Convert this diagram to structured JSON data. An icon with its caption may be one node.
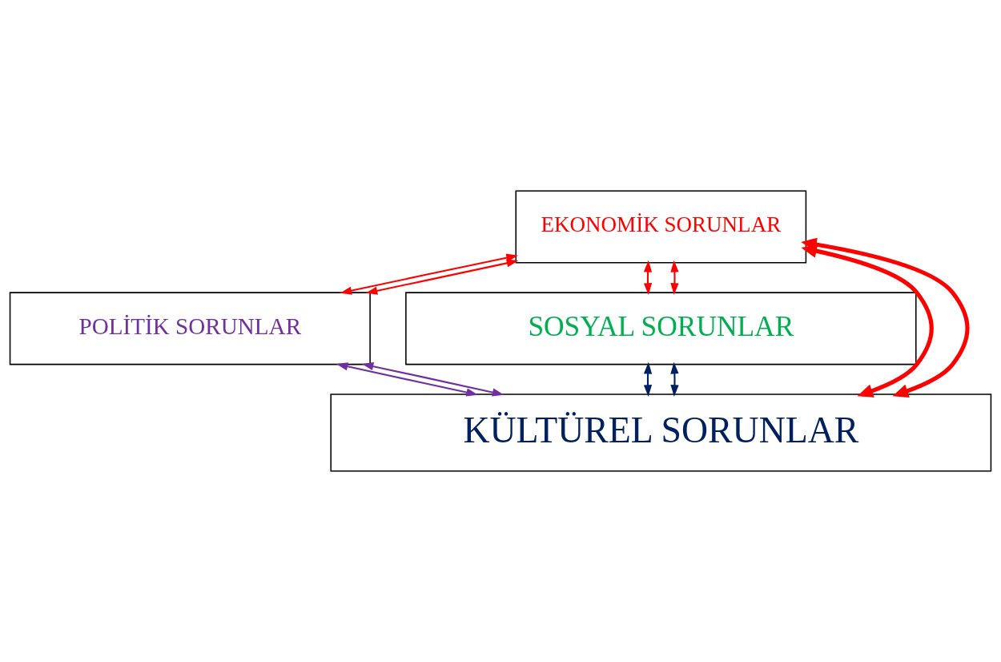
{
  "diagram": {
    "nodes": [
      {
        "text": [
          "EKONOMİK SORUNLAR"
        ]
      },
      {
        "text": [
          "POLİTİK SORUNLAR"
        ]
      },
      {
        "text": [
          "SOSYAL SORUNLAR"
        ]
      },
      {
        "text": [
          "KÜLTÜREL SORUNLAR"
        ]
      }
    ],
    "edges": [
      {
        "from": 0,
        "to": 3,
        "arrow": "both",
        "style": "thick"
      },
      {
        "from": 0,
        "to": 3,
        "arrow": "both",
        "style": "thick"
      },
      {
        "from": 0,
        "to": 2,
        "arrow": "both"
      },
      {
        "from": 0,
        "to": 1,
        "arrow": "both"
      },
      {
        "from": 0,
        "to": 1,
        "arrow": "both"
      },
      {
        "from": 0,
        "to": 2,
        "arrow": "both"
      },
      {
        "from": 1,
        "to": 3,
        "arrow": "both",
        "color": "#7030a0"
      },
      {
        "from": 1,
        "to": 3,
        "arrow": "both",
        "color": "#7030a0"
      },
      {
        "from": 2,
        "to": 3,
        "arrow": "both",
        "color": "#002060"
      },
      {
        "from": 2,
        "to": 3,
        "arrow": "both",
        "color": "#002060"
      }
    ]
  }
}
